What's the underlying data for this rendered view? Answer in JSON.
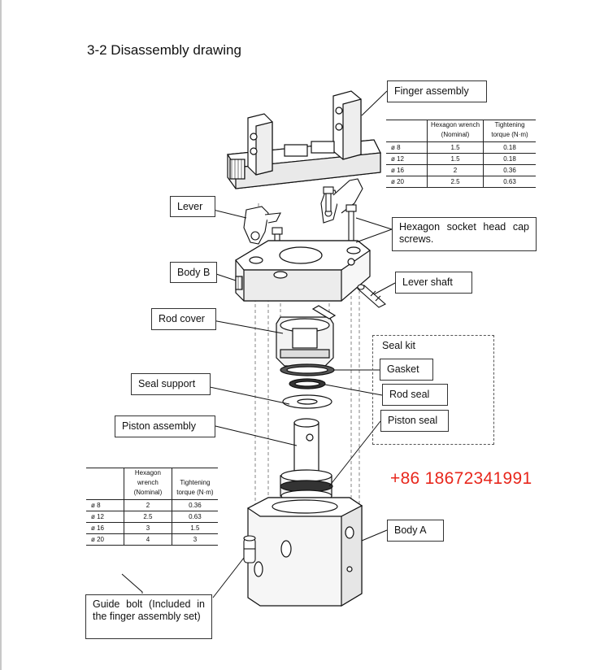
{
  "title": "3-2 Disassembly drawing",
  "labels": {
    "finger_assembly": "Finger assembly",
    "lever": "Lever",
    "hex_screws": "Hexagon socket head cap screws.",
    "body_b": "Body B",
    "lever_shaft": "Lever shaft",
    "rod_cover": "Rod cover",
    "seal_kit": "Seal kit",
    "gasket": "Gasket",
    "seal_support": "Seal support",
    "rod_seal": "Rod seal",
    "piston_assembly": "Piston assembly",
    "piston_seal": "Piston seal",
    "body_a": "Body A",
    "guide_bolt": "Guide bolt (Included in the finger assembly set)"
  },
  "table_top": {
    "headers": [
      "",
      "Hexagon wrench (Nominal)",
      "Tightening torque (N·m)"
    ],
    "rows": [
      [
        "ø 8",
        "1.5",
        "0.18"
      ],
      [
        "ø 12",
        "1.5",
        "0.18"
      ],
      [
        "ø 16",
        "2",
        "0.36"
      ],
      [
        "ø 20",
        "2.5",
        "0.63"
      ]
    ]
  },
  "table_bottom": {
    "headers": [
      "",
      "Hexagon wrench (Nominal)",
      "Tightening torque (N·m)"
    ],
    "rows": [
      [
        "ø 8",
        "2",
        "0.36"
      ],
      [
        "ø 12",
        "2.5",
        "0.63"
      ],
      [
        "ø 16",
        "3",
        "1.5"
      ],
      [
        "ø 20",
        "4",
        "3"
      ]
    ]
  },
  "watermark": "+86 18672341991"
}
